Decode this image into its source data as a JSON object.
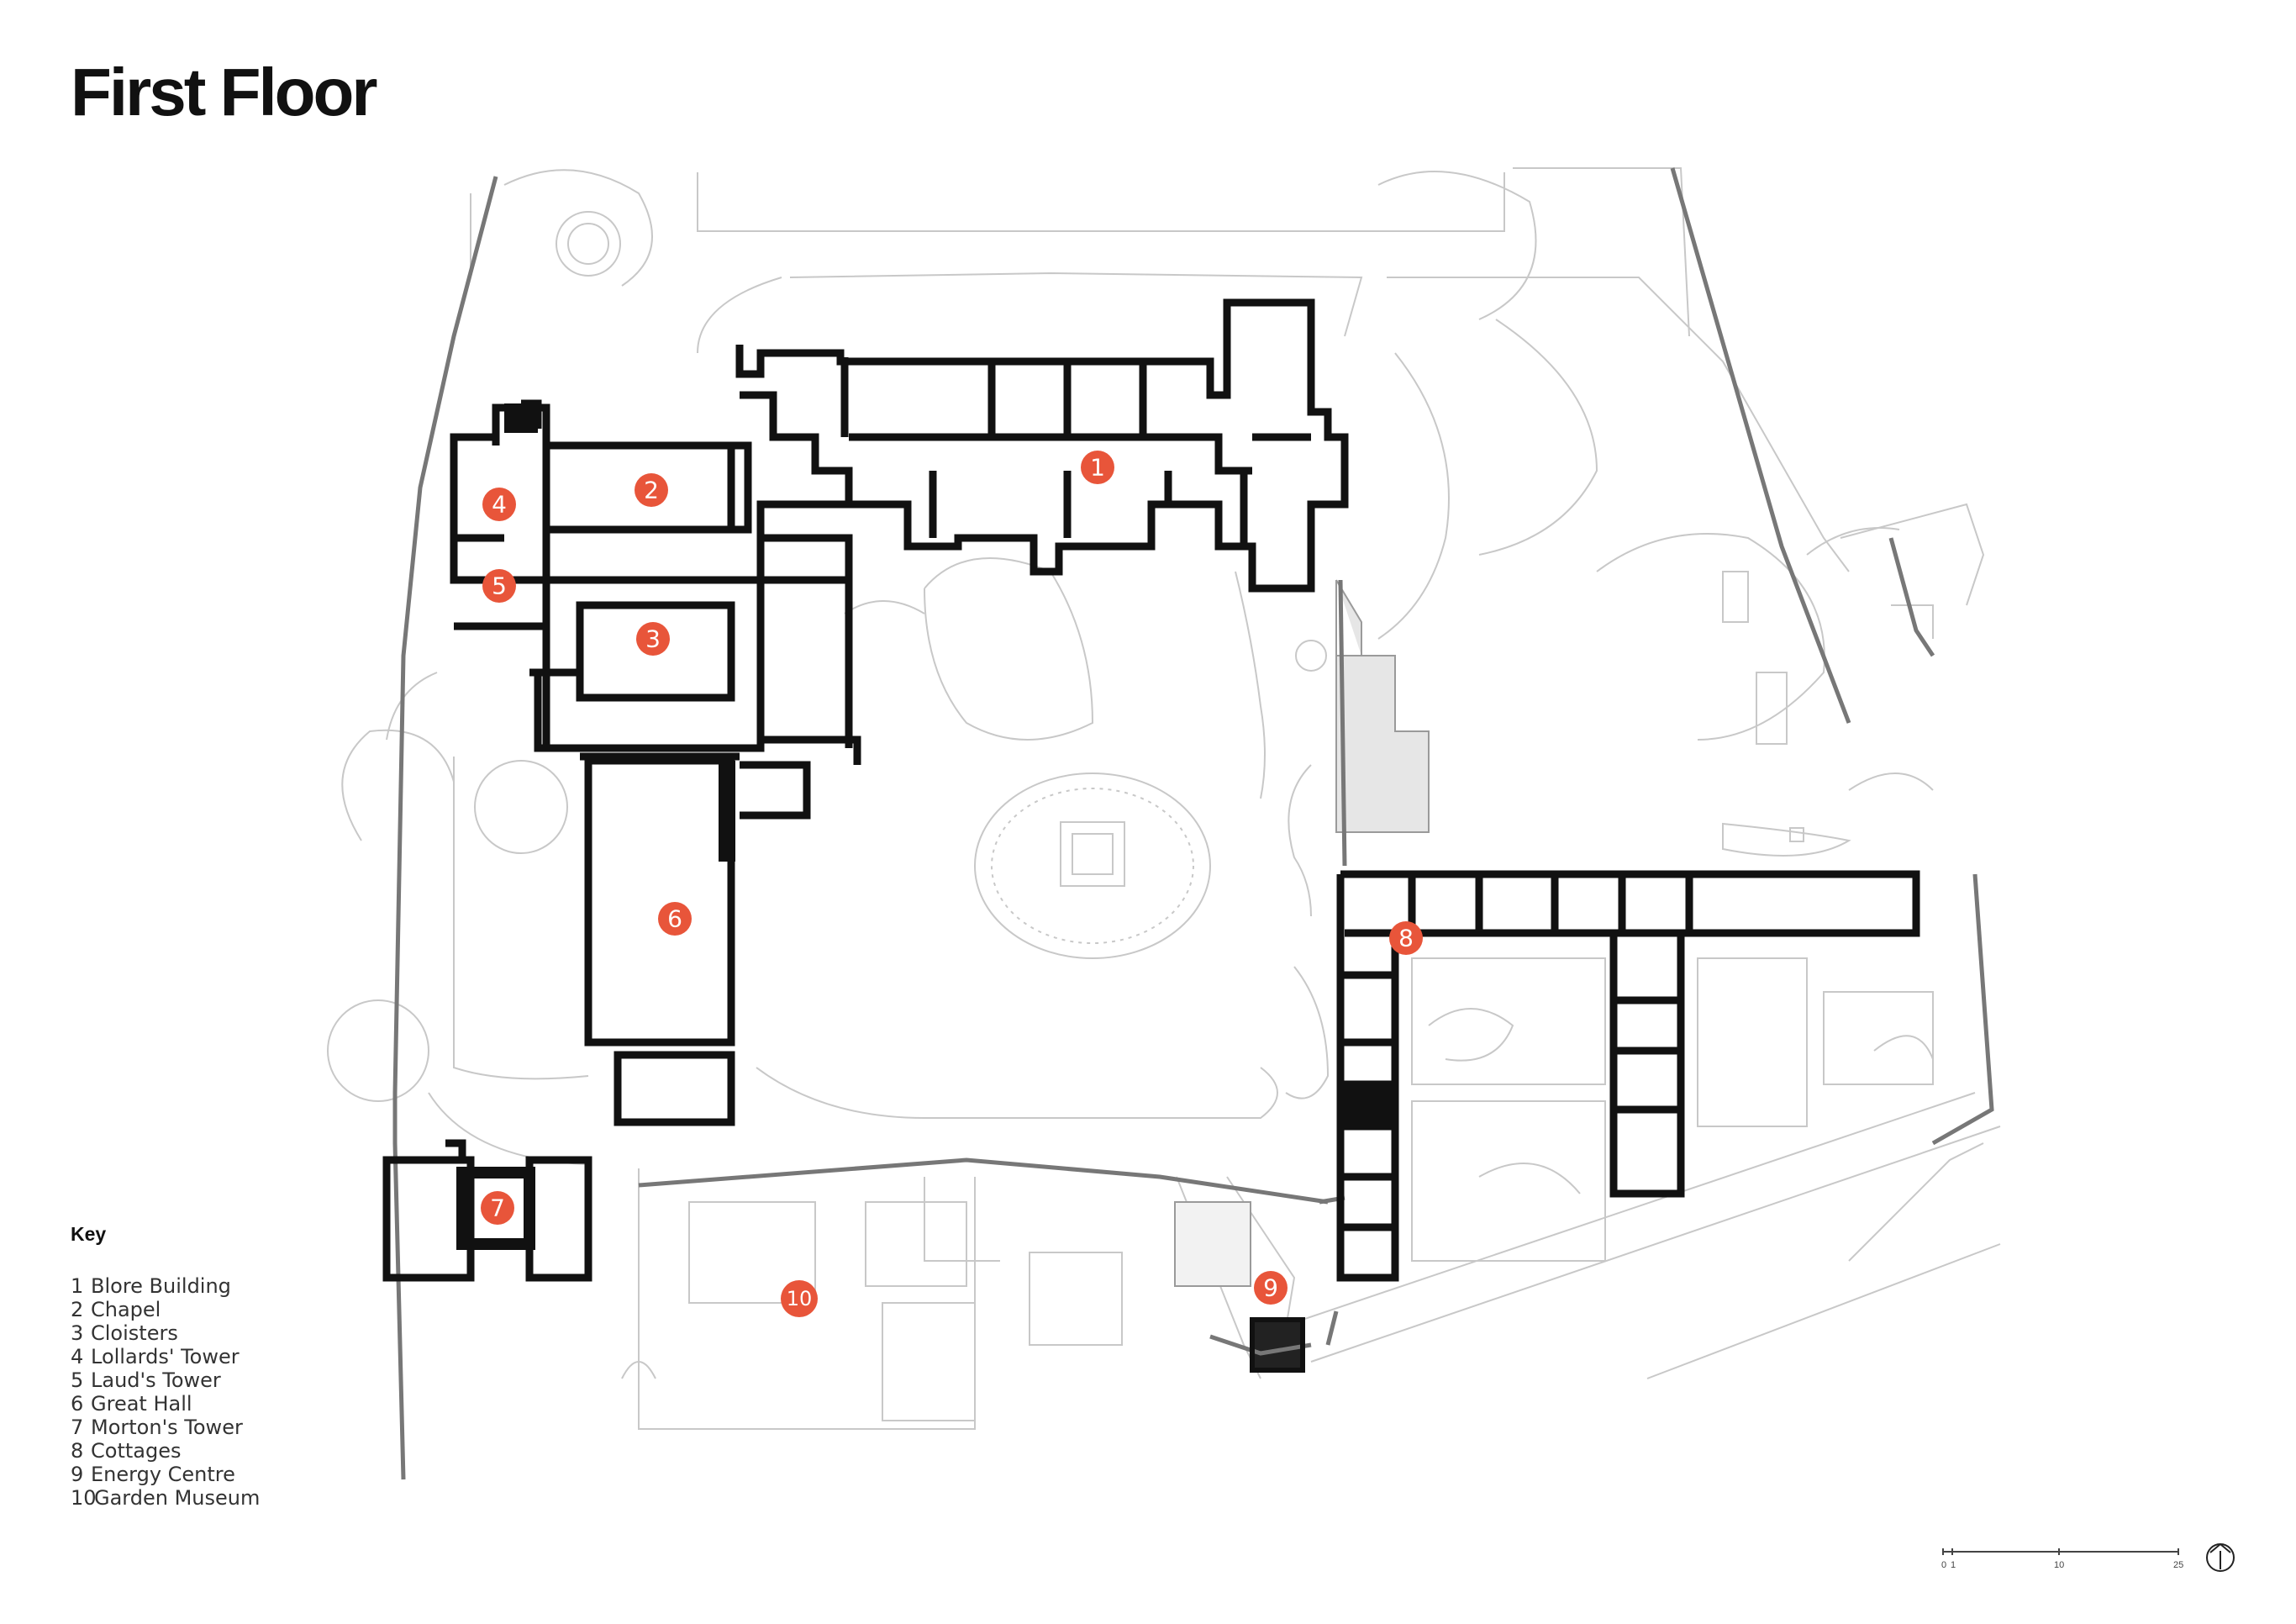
{
  "title": "First Floor",
  "key": {
    "heading": "Key",
    "items": [
      {
        "num": "1",
        "label": "Blore Building"
      },
      {
        "num": "2",
        "label": "Chapel"
      },
      {
        "num": "3",
        "label": "Cloisters"
      },
      {
        "num": "4",
        "label": "Lollards' Tower"
      },
      {
        "num": "5",
        "label": "Laud's Tower"
      },
      {
        "num": "6",
        "label": "Great Hall"
      },
      {
        "num": "7",
        "label": "Morton's Tower"
      },
      {
        "num": "8",
        "label": "Cottages"
      },
      {
        "num": "9",
        "label": "Energy Centre"
      },
      {
        "num": "10",
        "label": "Garden Museum"
      }
    ]
  },
  "markers": [
    "1",
    "2",
    "3",
    "4",
    "5",
    "6",
    "7",
    "8",
    "9",
    "10"
  ],
  "scale": {
    "ticks": [
      "0",
      "1",
      "10",
      "25"
    ]
  },
  "colors": {
    "marker": "#e8553a",
    "wall": "#111111",
    "context": "#c8c8c8",
    "boundary": "#777777"
  },
  "icons": {
    "north": "north-arrow-icon"
  }
}
